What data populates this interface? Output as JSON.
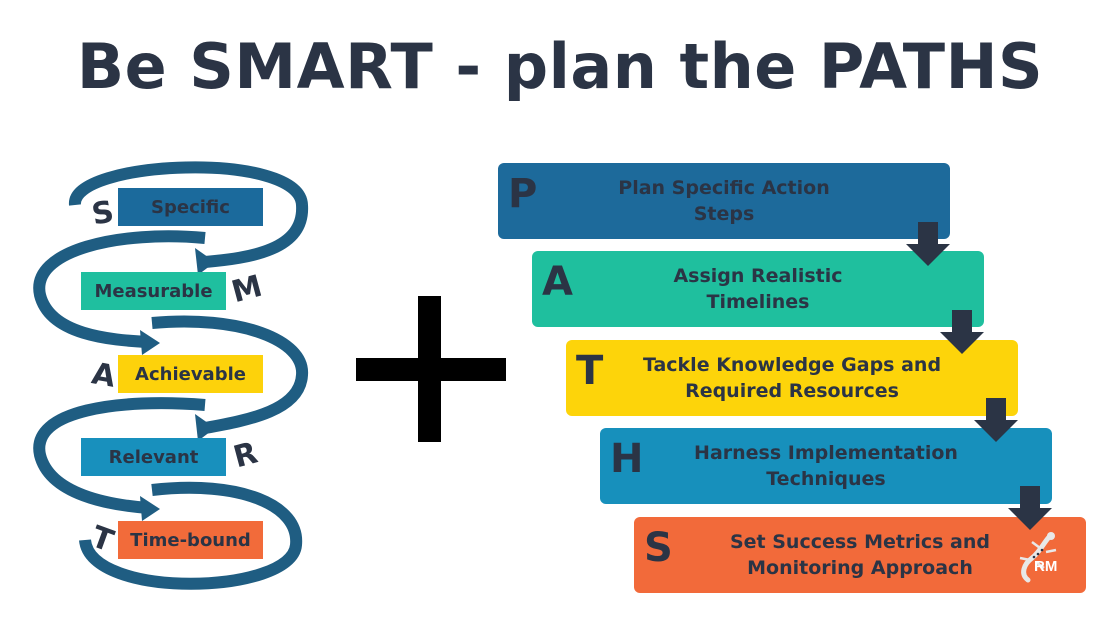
{
  "title": "Be SMART - plan the PATHS",
  "smart": {
    "items": [
      {
        "letter": "S",
        "label": "Specific",
        "color": "#1b6a9c"
      },
      {
        "letter": "M",
        "label": "Measurable",
        "color": "#1fbf9f"
      },
      {
        "letter": "A",
        "label": "Achievable",
        "color": "#fdd20b"
      },
      {
        "letter": "R",
        "label": "Relevant",
        "color": "#1890bd"
      },
      {
        "letter": "T",
        "label": "Time-bound",
        "color": "#f26b3a"
      }
    ],
    "arc_color": "#1f5d82"
  },
  "plus_symbol": "+",
  "paths": {
    "items": [
      {
        "letter": "P",
        "label": "Plan Specific Action\nSteps",
        "color": "#1d6a9b"
      },
      {
        "letter": "A",
        "label": "Assign Realistic\nTimelines",
        "color": "#1fbf9e"
      },
      {
        "letter": "T",
        "label": "Tackle Knowledge Gaps and\nRequired Resources",
        "color": "#fdd40a"
      },
      {
        "letter": "H",
        "label": "Harness Implementation\nTechniques",
        "color": "#1790bc"
      },
      {
        "letter": "S",
        "label": "Set Success Metrics and\nMonitoring Approach",
        "color": "#f26a3a"
      }
    ],
    "arrow_color": "#2b3445"
  },
  "logo_text": "RM"
}
